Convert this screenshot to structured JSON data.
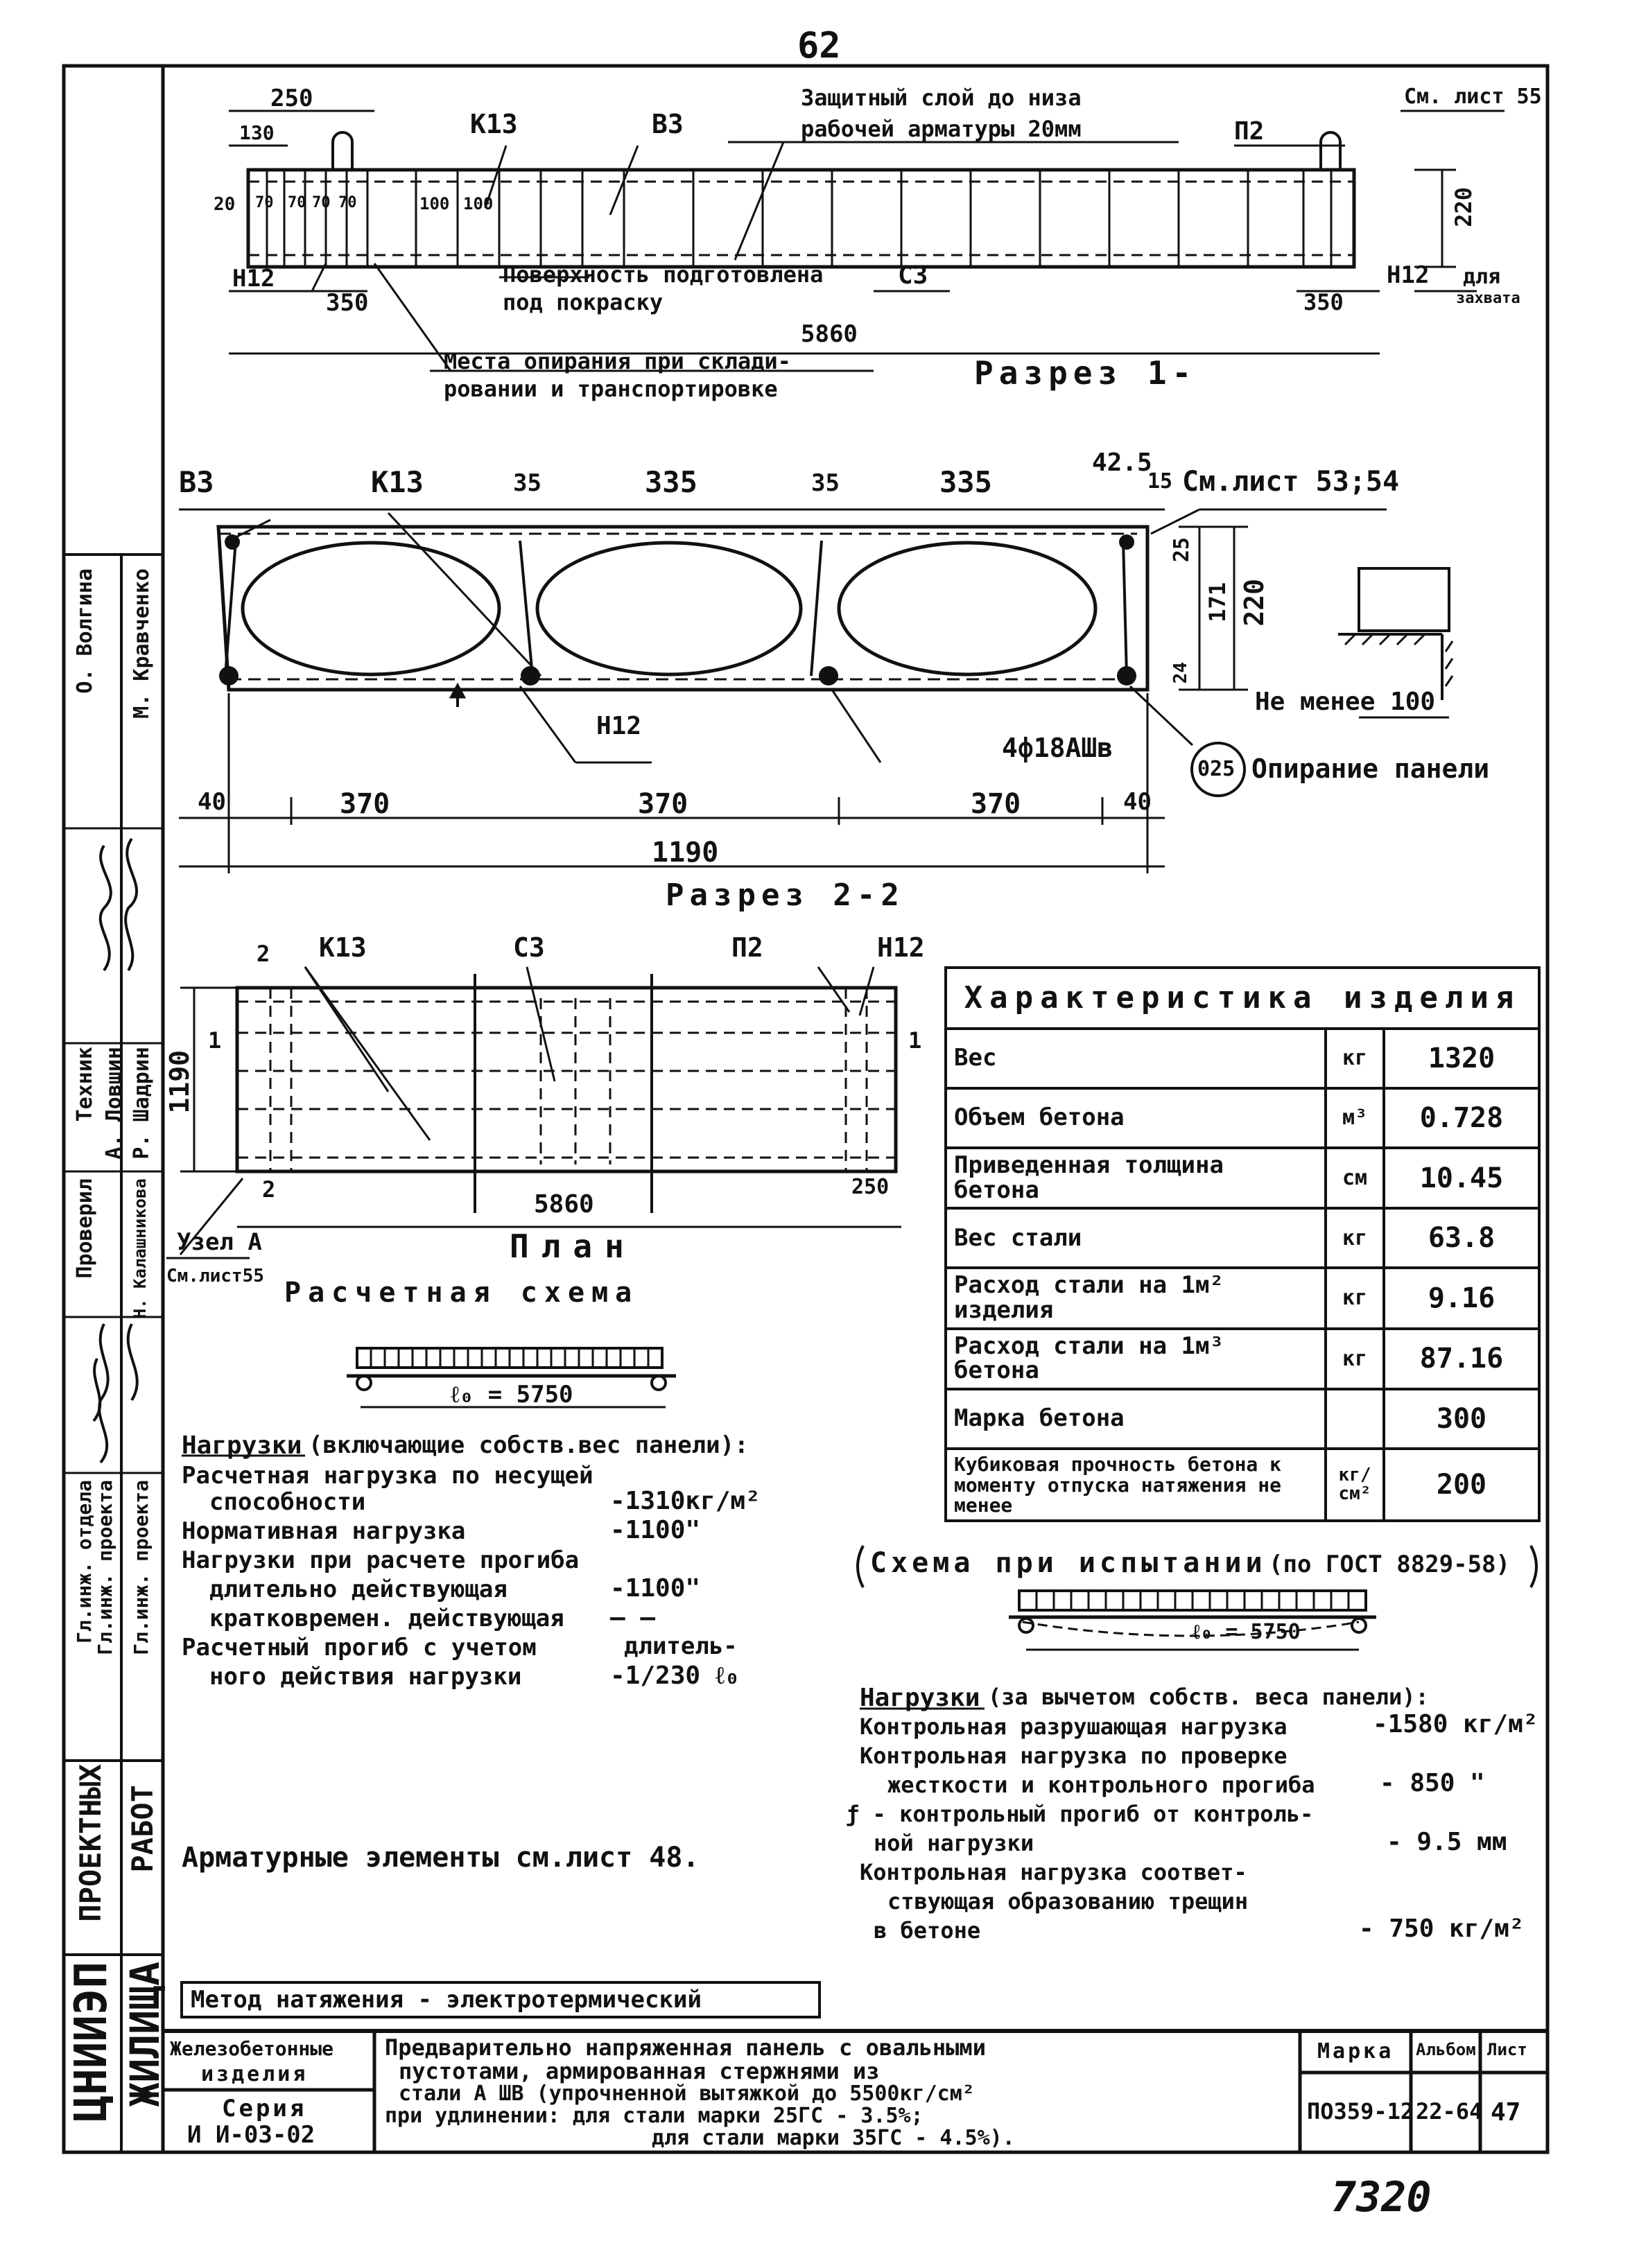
{
  "page_number": "62",
  "bottom_number": "7320",
  "section1": {
    "title": "Разрез 1-",
    "dims": {
      "d250": "250",
      "d130": "130",
      "d20": "20",
      "d70a": "70",
      "d70b": "70",
      "d70c": "70",
      "d70d": "70",
      "d100a": "100",
      "d100b": "100",
      "d350l": "350",
      "d350r": "350",
      "d5860": "5860",
      "d220": "220"
    },
    "labels": {
      "k13": "К13",
      "b3": "В3",
      "p2": "П2",
      "n12l": "Н12",
      "n12r": "Н12",
      "c3": "С3",
      "sheet55": "См. лист 55",
      "for_grip_1": "для",
      "for_grip_2": "захвата"
    },
    "notes": {
      "cover_1": "Защитный слой до низа",
      "cover_2": "рабочей арматуры 20мм",
      "paint_1": "Поверхность подготовлена",
      "paint_2": "под покраску",
      "support_1": "Места опирания при склади-",
      "support_2": "ровании и транспортировке"
    }
  },
  "section2": {
    "title": "Разрез 2-2",
    "dims": {
      "d35a": "35",
      "d335a": "335",
      "d35b": "35",
      "d335b": "335",
      "d425": "42.5",
      "d15": "15",
      "d25": "25",
      "d171": "171",
      "d220": "220",
      "d24": "24",
      "d40a": "40",
      "d370a": "370",
      "d370b": "370",
      "d370c": "370",
      "d40b": "40",
      "d1190": "1190"
    },
    "labels": {
      "b3": "В3",
      "k13": "К13",
      "sheet": "См.лист 53;54",
      "n12": "Н12",
      "rebar": "4ф18АШв",
      "mark": "025",
      "support": "Опирание панели",
      "not_less": "Не менее 100"
    }
  },
  "plan": {
    "title": "План",
    "labels": {
      "k13": "К13",
      "c3": "С3",
      "p2": "П2",
      "n12": "Н12",
      "l1a": "1",
      "l1b": "1",
      "l2a": "2",
      "l2b": "2",
      "d1190": "1190",
      "d5860": "5860",
      "d250": "250",
      "node": "Узел А",
      "sheet55": "См.лист55"
    }
  },
  "calc_scheme": {
    "title": "Расчетная схема",
    "span": "ℓ₀ = 5750"
  },
  "loads": {
    "title": "Нагрузки",
    "title_note": "(включающие собств.вес панели):",
    "rows": [
      {
        "text": "Расчетная нагрузка по несущей",
        "value": ""
      },
      {
        "text": "способности",
        "value": "-1310кг/м²"
      },
      {
        "text": "Нормативная нагрузка",
        "value": "-1100\""
      },
      {
        "text": "Нагрузки при расчете прогиба",
        "value": ""
      },
      {
        "text": "длительно действующая",
        "value": "-1100\""
      },
      {
        "text": "кратковремен. действующая",
        "value": "— —"
      },
      {
        "text": "Расчетный прогиб с учетом",
        "value": "длитель-"
      },
      {
        "text": "ного действия нагрузки",
        "value": "-1/230 ℓ₀"
      }
    ]
  },
  "rebar_note": "Арматурные элементы см.лист 48.",
  "test_scheme": {
    "title": "Схема при испытании",
    "title_note": "(по ГОСТ 8829-58)",
    "span": "ℓ₀ = 5750",
    "loads_title": "Нагрузки",
    "loads_note": "(за вычетом собств. веса панели):",
    "rows": [
      {
        "text": "Контрольная разрушающая нагрузка",
        "value": "-1580 кг/м²"
      },
      {
        "text": "Контрольная нагрузка по проверке",
        "value": ""
      },
      {
        "text": "жесткости и контрольного прогиба",
        "value": "- 850 \""
      },
      {
        "text": "ƒ - контрольный прогиб от контроль-",
        "value": ""
      },
      {
        "text": "ной нагрузки",
        "value": "- 9.5 мм"
      },
      {
        "text": "Контрольная нагрузка соответ-",
        "value": ""
      },
      {
        "text": "ствующая образованию трещин",
        "value": ""
      },
      {
        "text": "в бетоне",
        "value": "- 750 кг/м²"
      }
    ]
  },
  "properties": {
    "title": "Характеристика изделия",
    "rows": [
      {
        "name": "Вес",
        "unit": "кг",
        "value": "1320"
      },
      {
        "name": "Объем бетона",
        "unit": "м³",
        "value": "0.728"
      },
      {
        "name": "Приведенная толщина бетона",
        "unit": "см",
        "value": "10.45"
      },
      {
        "name": "Вес стали",
        "unit": "кг",
        "value": "63.8"
      },
      {
        "name": "Расход стали на 1м² изделия",
        "unit": "кг",
        "value": "9.16"
      },
      {
        "name": "Расход стали на 1м³ бетона",
        "unit": "кг",
        "value": "87.16"
      },
      {
        "name": "Марка бетона",
        "unit": "",
        "value": "300"
      },
      {
        "name": "Кубиковая прочность бетона к моменту отпуска натяжения не менее",
        "unit": "кг/см²",
        "value": "200"
      }
    ]
  },
  "method": "Метод натяжения - электротермический",
  "title_block": {
    "org_1": "ЦНИИЭП",
    "org_2": "ЖИЛИЩА",
    "dept_1": "ПРОЕКТНЫХ",
    "dept_2": "РАБОТ",
    "product_type_1": "Железобетонные",
    "product_type_2": "изделия",
    "series_label": "Серия",
    "series": "И И-03-02",
    "description_1": "Предварительно напряженная панель с овальными",
    "description_2": "пустотами, армированная стержнями из",
    "description_3": "стали А ШВ (упрочненной вытяжкой до 5500кг/см²",
    "description_4": "при удлинении: для стали марки 25ГС - 3.5%;",
    "description_5": "для стали марки 35ГС - 4.5%).",
    "mark_label": "Марка",
    "mark": "ПО359-12",
    "album_label": "Альбом",
    "album": "22-64",
    "sheet_label": "Лист",
    "sheet": "47"
  },
  "stamps": {
    "role_1": "Гл.инж. отдела",
    "role_2": "Гл.инж. проекта",
    "role_3": "Гл.инж. проекта",
    "role_4": "Техник",
    "role_5": "Проверил",
    "name_1": "Р. Шадрин",
    "name_2": "А. Ловшин",
    "name_3": "Н. Калашникова",
    "name_4": "О. Волгина",
    "name_5": "М. Кравченко"
  }
}
